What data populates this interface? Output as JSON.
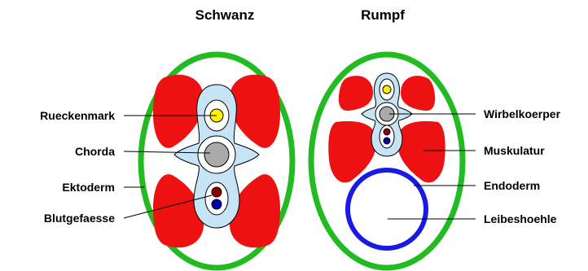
{
  "titles": {
    "left": "Schwanz",
    "right": "Rumpf"
  },
  "labels": {
    "left": [
      "Rueckenmark",
      "Chorda",
      "Ektoderm",
      "Blutgefaesse"
    ],
    "right": [
      "Wirbelkoerper",
      "Muskulatur",
      "Endoderm",
      "Leibeshoehle"
    ]
  },
  "colors": {
    "ectoderm": "#22bb22",
    "muscle": "#ee1111",
    "sclerotome": "#c6e4f6",
    "spinal_cord": "#ffee00",
    "notochord": "#aaaaaa",
    "artery": "#880000",
    "vein": "#0000aa",
    "endoderm": "#1a1ae6"
  }
}
